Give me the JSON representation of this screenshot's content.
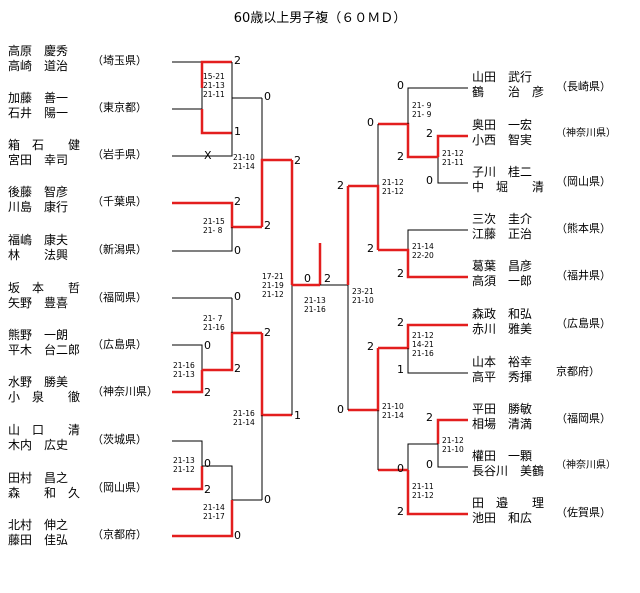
{
  "title": "60歳以上男子複（６０ＭＤ）",
  "colors": {
    "winner_line": "#e31e1e",
    "loser_line": "#000000"
  },
  "left": [
    {
      "p1": "高原　慶秀",
      "p2": "高崎　道治",
      "pref": "（埼玉県）"
    },
    {
      "p1": "加藤　善一",
      "p2": "石井　陽一",
      "pref": "（東京都）"
    },
    {
      "p1": "箱　石　　健",
      "p2": "宮田　幸司",
      "pref": "（岩手県）"
    },
    {
      "p1": "後藤　智彦",
      "p2": "川島　康行",
      "pref": "（千葉県）"
    },
    {
      "p1": "福嶋　康夫",
      "p2": "林　　法興",
      "pref": "（新潟県）"
    },
    {
      "p1": "坂　本　　哲",
      "p2": "矢野　豊喜",
      "pref": "（福岡県）"
    },
    {
      "p1": "熊野　一朗",
      "p2": "平木　台二郎",
      "pref": "（広島県）"
    },
    {
      "p1": "水野　勝美",
      "p2": "小　泉　　徹",
      "pref": "（神奈川県）"
    },
    {
      "p1": "山　口　　清",
      "p2": "木内　広史",
      "pref": "（茨城県）"
    },
    {
      "p1": "田村　昌之",
      "p2": "森　　和　久",
      "pref": "（岡山県）"
    },
    {
      "p1": "北村　伸之",
      "p2": "藤田　佳弘",
      "pref": "（京都府）"
    }
  ],
  "right": [
    {
      "p1": "山田　武行",
      "p2": "鶴　　治　彦",
      "pref": "（長崎県）"
    },
    {
      "p1": "奥田　一宏",
      "p2": "小西　智実",
      "pref": "（神奈川県）"
    },
    {
      "p1": "子川　桂二",
      "p2": "中　堀　　清",
      "pref": "（岡山県）"
    },
    {
      "p1": "三次　圭介",
      "p2": "江藤　正治",
      "pref": "（熊本県）"
    },
    {
      "p1": "葛葉　昌彦",
      "p2": "高須　一郎",
      "pref": "（福井県）"
    },
    {
      "p1": "森政　和弘",
      "p2": "赤川　雅美",
      "pref": "（広島県）"
    },
    {
      "p1": "山本　裕幸",
      "p2": "高平　秀揮",
      "pref": "京都府）"
    },
    {
      "p1": "平田　勝敏",
      "p2": "相場　清満",
      "pref": "（福岡県）"
    },
    {
      "p1": "權田　一顆",
      "p2": "長谷川　美鶴",
      "pref": "（神奈川県）"
    },
    {
      "p1": "田　邉　　理",
      "p2": "池田　和広",
      "pref": "（佐賀県）"
    }
  ],
  "left_scores": {
    "r1_a": "2",
    "r1_b": "1",
    "r1_c": "X",
    "r1_d": "2",
    "r1_e": "0",
    "r1_f": "0",
    "r1_g": "0",
    "r1_h": "2",
    "r1_i": "0",
    "r1_j": "2",
    "r1_k": "2",
    "qf_a": "0",
    "qf_b": "2",
    "qf_c": "2",
    "qf_d": "0",
    "sf_a": "2",
    "sf_b": "1",
    "final": "0"
  },
  "right_scores": {
    "r1_a": "0",
    "r1_b": "2",
    "r1_c": "0",
    "r1_d": "2",
    "r1_e": "2",
    "r1_f": "2",
    "r1_g": "1",
    "r1_h": "2",
    "r1_i": "0",
    "r1_j": "2",
    "qf_a": "0",
    "qf_b": "2",
    "qf_c": "2",
    "qf_d": "0",
    "sf_a": "2",
    "sf_b": "0",
    "final": "2"
  },
  "left_details": {
    "d1": [
      "15-21",
      "21-13",
      "21-11"
    ],
    "d2": [
      "21-10",
      "21-14"
    ],
    "d3": [
      "21-15",
      "21- 8"
    ],
    "d4": [
      "17-21",
      "21-19",
      "21-12"
    ],
    "d5": [
      "21- 7",
      "21-16"
    ],
    "d6": [
      "21-16",
      "21-13"
    ],
    "d7": [
      "21-16",
      "21-14"
    ],
    "d8": [
      "21-13",
      "21-12"
    ],
    "d9": [
      "21-14",
      "21-17"
    ]
  },
  "right_details": {
    "d1": [
      "21- 9",
      "21- 9"
    ],
    "d2": [
      "21-12",
      "21-11"
    ],
    "d3": [
      "21-12",
      "21-12"
    ],
    "d4": [
      "21-14",
      "22-20"
    ],
    "d5": [
      "23-21",
      "21-10"
    ],
    "d6": [
      "21-12",
      "14-21",
      "21-16"
    ],
    "d7": [
      "21-10",
      "21-14"
    ],
    "d8": [
      "21-12",
      "21-10"
    ],
    "d9": [
      "21-11",
      "21-12"
    ]
  },
  "final_detail": [
    "21-13",
    "21-16"
  ]
}
